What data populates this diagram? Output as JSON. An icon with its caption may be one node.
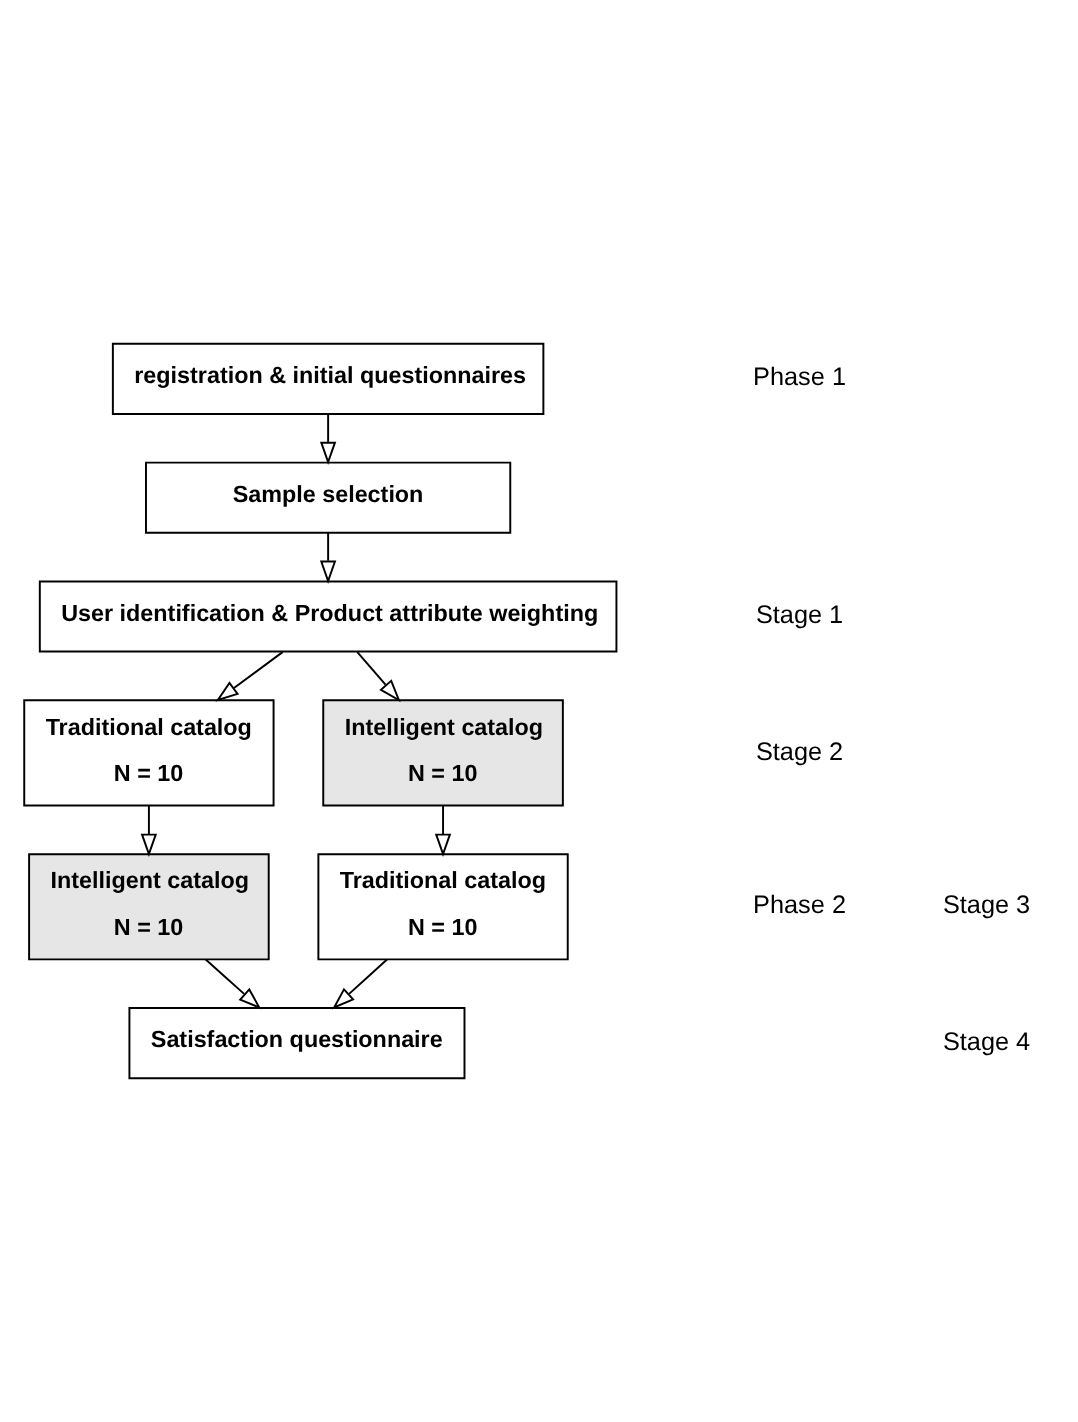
{
  "diagram": {
    "nodes": [
      {
        "text": [
          "registration & initial questionnaires"
        ]
      },
      {
        "text": [
          "Sample selection"
        ]
      },
      {
        "text": [
          "User identification & Product attribute weighting"
        ]
      },
      {
        "text": [
          "Traditional catalog",
          "N = 10"
        ]
      },
      {
        "text": [
          "Intelligent catalog",
          "N = 10"
        ]
      },
      {
        "text": [
          "Intelligent catalog",
          "N = 10"
        ]
      },
      {
        "text": [
          "Traditional catalog",
          "N = 10"
        ]
      },
      {
        "text": [
          "Satisfaction questionnaire"
        ]
      }
    ],
    "edges": [
      {
        "from": 0,
        "to": 1,
        "arrow": "to"
      },
      {
        "from": 1,
        "to": 2,
        "arrow": "to"
      },
      {
        "from": 2,
        "to": 3,
        "arrow": "to"
      },
      {
        "from": 2,
        "to": 4,
        "arrow": "to"
      },
      {
        "from": 3,
        "to": 5,
        "arrow": "to"
      },
      {
        "from": 4,
        "to": 6,
        "arrow": "to"
      },
      {
        "from": 5,
        "to": 7,
        "arrow": "to"
      },
      {
        "from": 6,
        "to": 7,
        "arrow": "to"
      }
    ],
    "labels": [
      "Phase 1",
      "Stage 1",
      "Stage 2",
      "Phase 2",
      "Stage 3",
      "Stage 4"
    ]
  }
}
